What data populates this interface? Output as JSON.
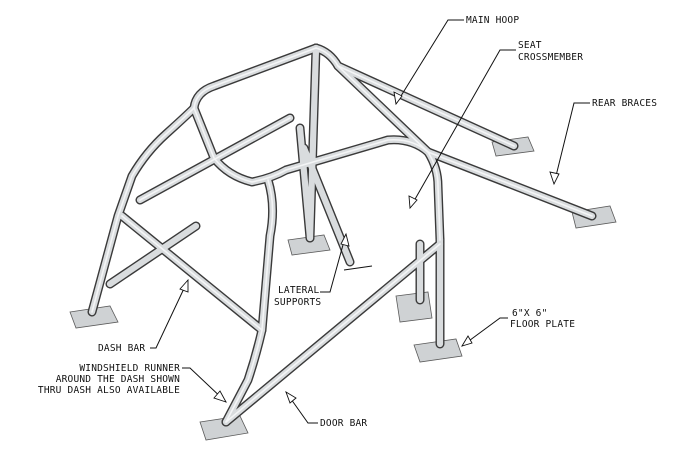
{
  "diagram": {
    "labels": {
      "main_hoop": "MAIN HOOP",
      "seat_crossmember_line1": "SEAT",
      "seat_crossmember_line2": "CROSSMEMBER",
      "rear_braces": "REAR BRACES",
      "lateral_supports_line1": "LATERAL",
      "lateral_supports_line2": "SUPPORTS",
      "floor_plate_line1": "6\"X 6\"",
      "floor_plate_line2": "FLOOR PLATE",
      "dash_bar": "DASH BAR",
      "windshield_line1": "WINDSHIELD RUNNER",
      "windshield_line2": "AROUND THE DASH SHOWN",
      "windshield_line3": "THRU DASH ALSO AVAILABLE",
      "door_bar": "DOOR BAR"
    },
    "colors": {
      "tube": "#d9dcde",
      "tube_outline": "#3a3a3a",
      "plate": "#cfd2d4",
      "ink": "#111111"
    }
  }
}
